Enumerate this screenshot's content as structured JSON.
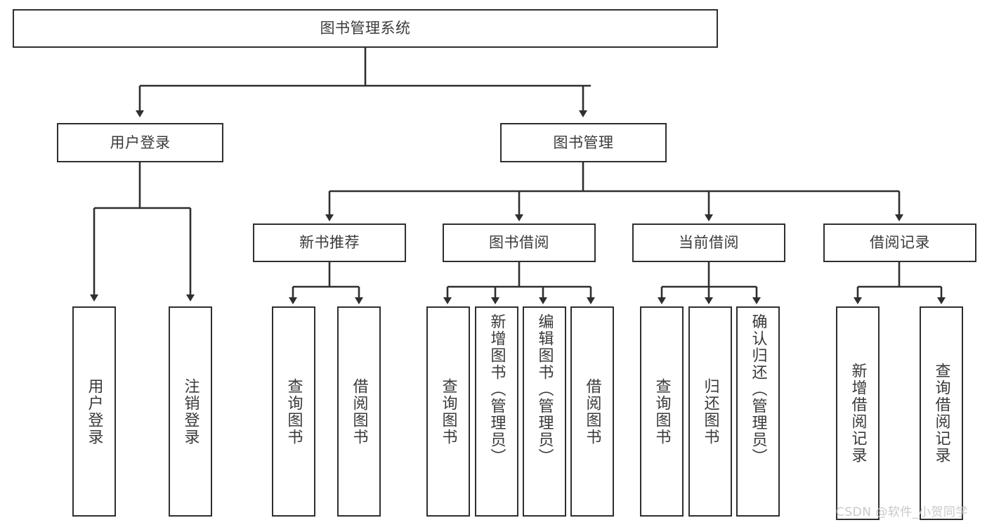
{
  "diagram": {
    "title": "图书管理系统",
    "type": "hierarchy-tree",
    "line_color": "#2f2f2f",
    "box_fill": "#ffffff",
    "text_color": "#3a3a3a",
    "watermark": "CSDN @软件_小贺同学",
    "watermark_color": "#c9c9c9",
    "nodes": {
      "root": {
        "label": "图书管理系统",
        "level": 1
      },
      "l2": [
        {
          "label": "用户登录",
          "level": 2
        },
        {
          "label": "图书管理",
          "level": 2
        }
      ],
      "l3": [
        {
          "label": "新书推荐",
          "level": 3
        },
        {
          "label": "图书借阅",
          "level": 3
        },
        {
          "label": "当前借阅",
          "level": 3
        },
        {
          "label": "借阅记录",
          "level": 3
        }
      ],
      "leaves": {
        "user_login": [
          {
            "label": "用户登录"
          },
          {
            "label": "注销登录"
          }
        ],
        "new_book": [
          {
            "label": "查询图书"
          },
          {
            "label": "借阅图书"
          }
        ],
        "borrow_book": [
          {
            "label": "查询图书"
          },
          {
            "label": "新增图书（管理员）"
          },
          {
            "label": "编辑图书（管理员）"
          },
          {
            "label": "借阅图书"
          }
        ],
        "current_borrow": [
          {
            "label": "查询图书"
          },
          {
            "label": "归还图书"
          },
          {
            "label": "确认归还（管理员）"
          }
        ],
        "borrow_record": [
          {
            "label": "新增借阅记录"
          },
          {
            "label": "查询借阅记录"
          }
        ]
      }
    }
  }
}
